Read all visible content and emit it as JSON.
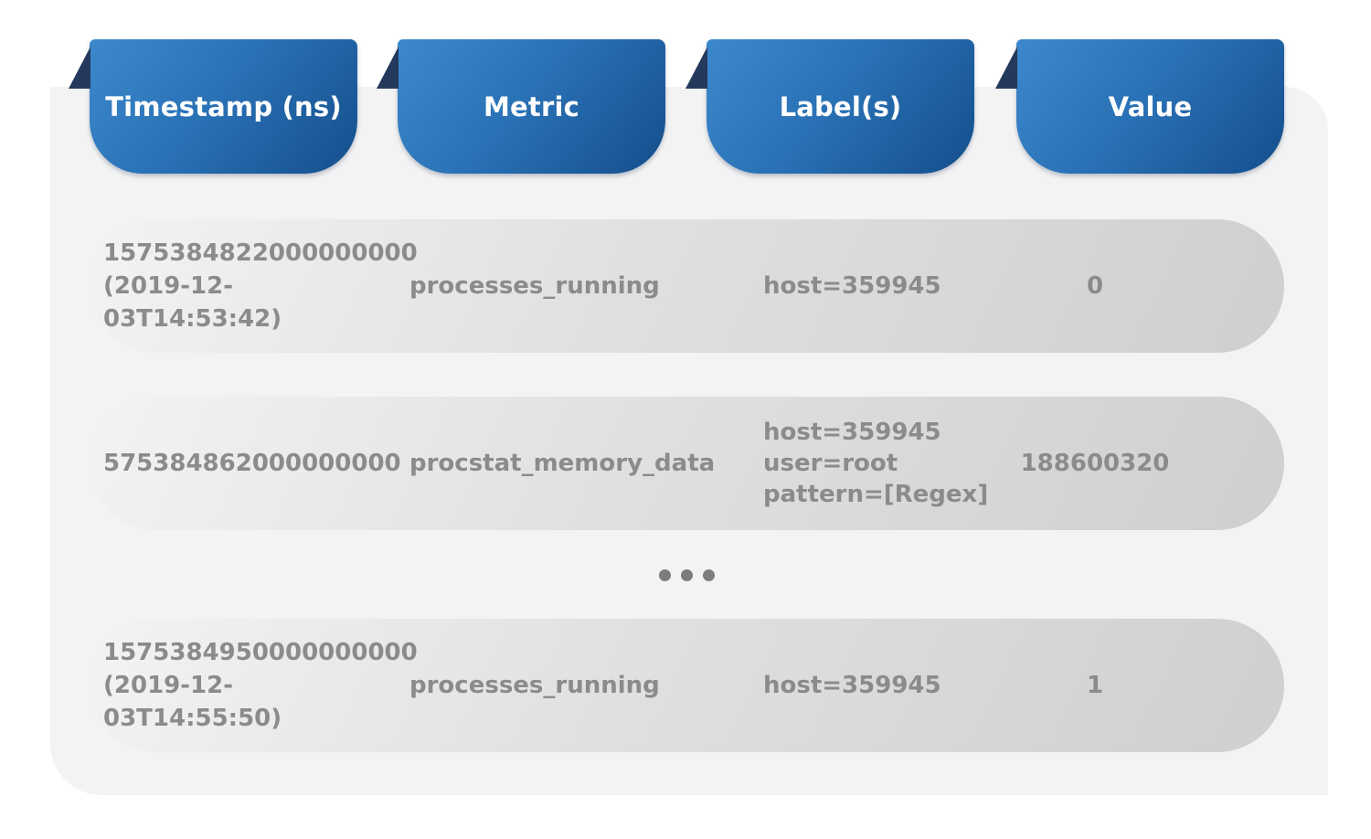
{
  "columns": [
    {
      "id": "timestamp",
      "label": "Timestamp (ns)"
    },
    {
      "id": "metric",
      "label": "Metric"
    },
    {
      "id": "labels",
      "label": "Label(s)"
    },
    {
      "id": "value",
      "label": "Value"
    }
  ],
  "rows": [
    {
      "timestamp_ns": "1575384822000000000",
      "timestamp_human": "(2019-12-03T14:53:42)",
      "metric": "processes_running",
      "labels": [
        "host=359945"
      ],
      "value": "0"
    },
    {
      "timestamp_ns": "575384862000000000",
      "metric": "procstat_memory_data",
      "labels": [
        "host=359945",
        "user=root",
        "pattern=[Regex]"
      ],
      "value": "188600320"
    },
    {
      "timestamp_ns": "1575384950000000000",
      "timestamp_human": "(2019-12-03T14:55:50)",
      "metric": "processes_running",
      "labels": [
        "host=359945"
      ],
      "value": "1"
    }
  ],
  "ellipsis": {
    "dot_count": 3
  },
  "colors": {
    "page_bg": "#ffffff",
    "card_bg": "#f3f3f4",
    "tab_grad_start": "#3d88cd",
    "tab_grad_mid": "#2a72b6",
    "tab_grad_end": "#144e8c",
    "fold_navy": "#25395c",
    "row_grad_start": "#f3f3f4",
    "row_grad_mid": "#e0e0e2",
    "row_grad_end": "#cfcfd1",
    "row_text": "#8b8b8b",
    "header_text": "#ffffff",
    "dot_color": "#7c7c7c"
  }
}
